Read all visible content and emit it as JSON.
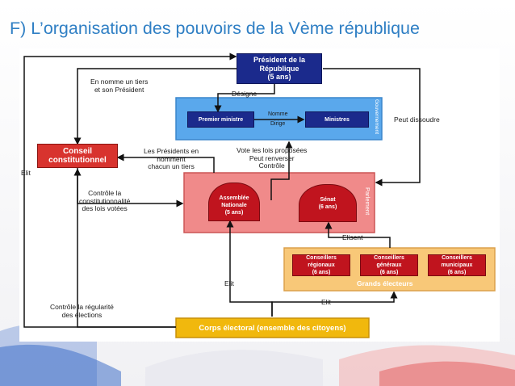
{
  "slide": {
    "title": "F) L’organisation des pouvoirs de la Vème république"
  },
  "colors": {
    "title": "#2f7fc4",
    "navy": "#1b2a8c",
    "blue_panel": "#5aa8ec",
    "red_panel": "#f08a8a",
    "red_box": "#c0141e",
    "orange_panel": "#f8c878",
    "gold": "#f1b80d"
  },
  "diagram": {
    "president": {
      "line1": "Président de la",
      "line2": "République",
      "line3": "(5 ans)"
    },
    "gouvernement": {
      "side_label": "Gouvernement",
      "premier_ministre": "Premier ministre",
      "ministres": "Ministres",
      "nomme": "Nomme",
      "dirige": "Dirige"
    },
    "conseil": {
      "line1": "Conseil",
      "line2": "constitutionnel"
    },
    "parlement": {
      "side_label": "Parlement",
      "assemblee": {
        "line1": "Assemblée",
        "line2": "Nationale",
        "line3": "(5 ans)"
      },
      "senat": {
        "line1": "Sénat",
        "line2": "(6 ans)"
      }
    },
    "grands_electeurs": {
      "label": "Grands électeurs",
      "regionaux": {
        "line1": "Conseillers",
        "line2": "régionaux",
        "line3": "(6 ans)"
      },
      "generaux": {
        "line1": "Conseillers",
        "line2": "généraux",
        "line3": "(6 ans)"
      },
      "municipaux": {
        "line1": "Conseillers",
        "line2": "municipaux",
        "line3": "(6 ans)"
      }
    },
    "corps_electoral": "Corps électoral (ensemble des citoyens)",
    "labels": {
      "nomme_tiers_1": "En nomme un tiers",
      "nomme_tiers_2": "et son Président",
      "designe": "Désigne",
      "peut_dissoudre": "Peut dissoudre",
      "presidents_1": "Les Présidents en",
      "presidents_2": "nomment",
      "presidents_3": "chacun un tiers",
      "vote_1": "Vote les lois proposées",
      "vote_2": "Peut renverser",
      "vote_3": "Contrôle",
      "controle_const_1": "Contrôle la",
      "controle_const_2": "constitutionnalité",
      "controle_const_3": "des lois votées",
      "elit_left": "Elit",
      "elisent": "Elisent",
      "elit_mid": "Elit",
      "elit_bottom": "Elit",
      "regularite_1": "Contrôle la régularité",
      "regularite_2": "des élections"
    }
  }
}
